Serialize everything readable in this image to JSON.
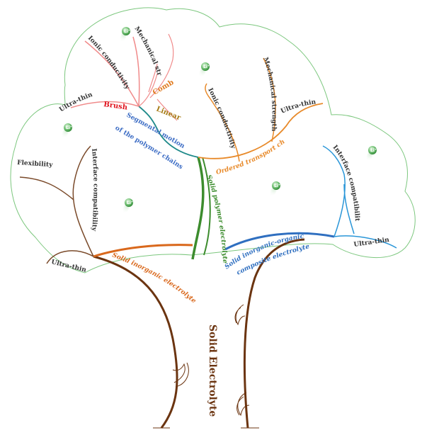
{
  "title": "Solid Electrolyte",
  "ion_label": "Li⁺",
  "colors": {
    "trunk": "#6b3410",
    "canopy_outline": "#7cc77e",
    "inorganic": "#d9681c",
    "polymer": "#3c8c2d",
    "composite": "#2f6fc0",
    "polymer_motion": "#1f8a8a",
    "ordered_channel": "#e88a2a",
    "pink_branch": "#f08a8a",
    "brush": "#e0141e",
    "comb": "#e07a1e",
    "linear": "#a57a14",
    "blue_label": "#3a6bc4",
    "dark_text": "#333333",
    "light_blue_branch": "#2a96d8",
    "brown_branch": "#7a4a2a",
    "ion_green": "#4ea84f"
  },
  "branches": {
    "inorganic": "Solid inorganic electrolyte",
    "polymer": "Solid polymer electrolyte",
    "composite_line1": "Solid inorganic-organic",
    "composite_line2": "composite electrolyte"
  },
  "polymer_branch": {
    "motion_line1": "Segmental motion",
    "motion_line2": "of the polymer chains",
    "ordered_channel": "Ordered transport channel",
    "brush": "Brush",
    "comb": "Comb",
    "linear": "Linear"
  },
  "leaves": {
    "ultra_thin": "Ultra-thin",
    "ionic_conductivity": "Ionic conductivity",
    "mechanical_strength": "Mechanical strength",
    "interface_compatibility": "Interface compatibility",
    "flexibility": "Flexibility"
  }
}
